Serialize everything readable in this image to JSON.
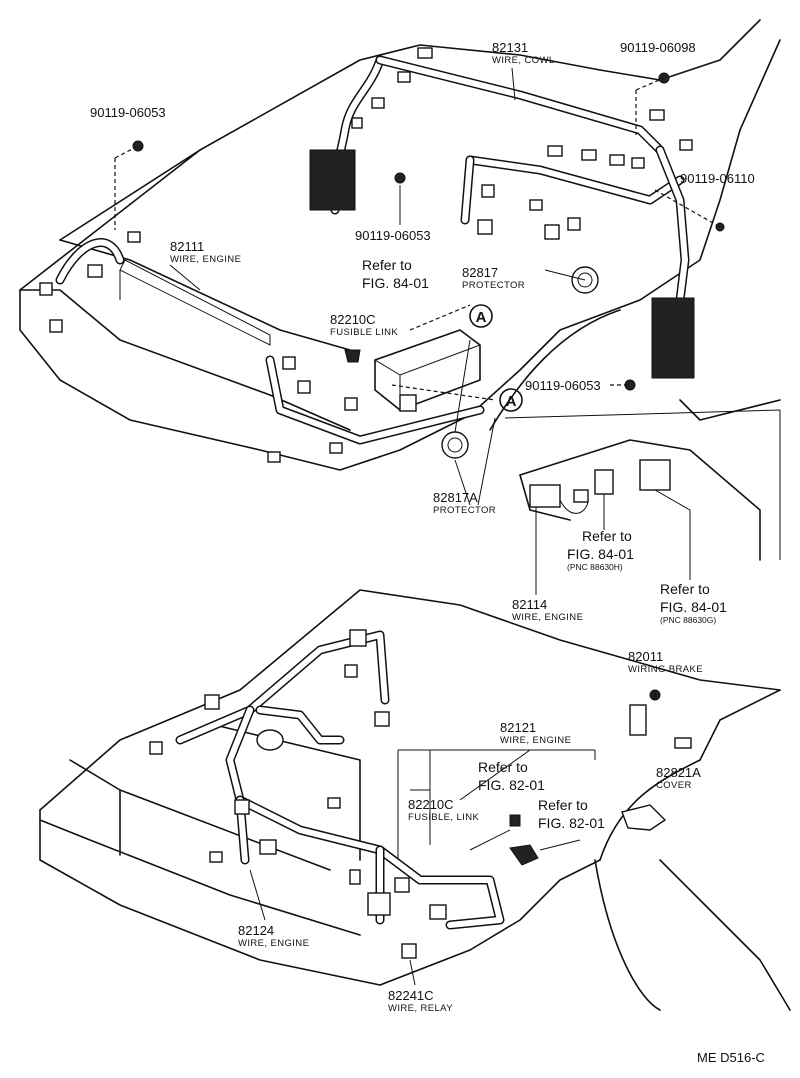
{
  "labels": {
    "p82131": {
      "number": "82131",
      "desc": "WIRE, COWL"
    },
    "p90119_06098": {
      "number": "90119-06098"
    },
    "p90119_06053_a": {
      "number": "90119-06053"
    },
    "p90119_06110": {
      "number": "90119-06110"
    },
    "p90119_06053_b": {
      "number": "90119-06053"
    },
    "p82111": {
      "number": "82111",
      "desc": "WIRE, ENGINE"
    },
    "ref1": {
      "line1": "Refer to",
      "line2": "FIG. 84-01"
    },
    "p82817": {
      "number": "82817",
      "desc": "PROTECTOR"
    },
    "p82210C_a": {
      "number": "82210C",
      "desc": "FUSIBLE LINK"
    },
    "p90119_06053_c": {
      "number": "90119-06053"
    },
    "p82817A": {
      "number": "82817A",
      "desc": "PROTECTOR"
    },
    "ref2": {
      "line1": "Refer to",
      "line2": "FIG. 84-01",
      "line3": "(PNC 88630H)"
    },
    "p82114": {
      "number": "82114",
      "desc": "WIRE, ENGINE"
    },
    "ref3": {
      "line1": "Refer to",
      "line2": "FIG. 84-01",
      "line3": "(PNC 88630G)"
    },
    "p82011": {
      "number": "82011",
      "desc": "WIRING BRAKE"
    },
    "p82121": {
      "number": "82121",
      "desc": "WIRE, ENGINE"
    },
    "ref4": {
      "line1": "Refer to",
      "line2": "FIG. 82-01"
    },
    "p82821A": {
      "number": "82821A",
      "desc": "COVER"
    },
    "p82210C_b": {
      "number": "82210C",
      "desc": "FUSIBLE, LINK"
    },
    "ref5": {
      "line1": "Refer to",
      "line2": "FIG. 82-01"
    },
    "p82124": {
      "number": "82124",
      "desc": "WIRE, ENGINE"
    },
    "p82241C": {
      "number": "82241C",
      "desc": "WIRE, RELAY"
    },
    "circle_a1": "A",
    "circle_a2": "A",
    "footer": "ME  D516-C"
  }
}
